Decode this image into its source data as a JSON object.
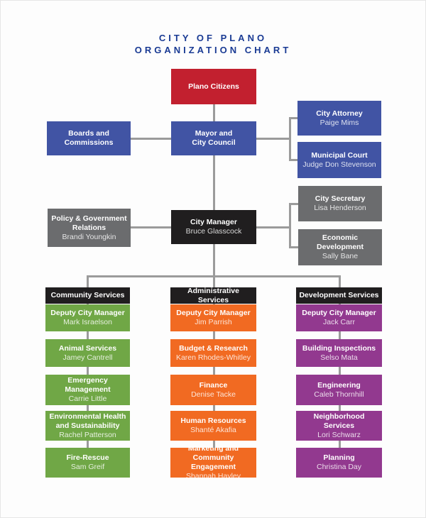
{
  "title": {
    "line1": "CITY OF PLANO",
    "line2": "ORGANIZATION CHART"
  },
  "colors": {
    "title_text": "#1a3b94",
    "red": "#c2202f",
    "blue": "#4154a4",
    "black": "#201e1f",
    "gray": "#6b6c6e",
    "green": "#70a746",
    "orange": "#f16a22",
    "purple": "#92398f",
    "connector": "#9b9b9b",
    "background": "#fdfdfd"
  },
  "boxes": {
    "citizens": {
      "lines": [
        "Plano Citizens"
      ]
    },
    "boards": {
      "lines": [
        "Boards and",
        "Commissions"
      ]
    },
    "mayor": {
      "lines": [
        "Mayor and",
        "City Council"
      ]
    },
    "attorney": {
      "lines": [
        "City Attorney"
      ],
      "name": "Paige Mims"
    },
    "municipal": {
      "lines": [
        "Municipal Court"
      ],
      "name": "Judge Don Stevenson"
    },
    "policy": {
      "lines": [
        "Policy & Government",
        "Relations"
      ],
      "name": "Brandi Youngkin"
    },
    "manager": {
      "lines": [
        "City Manager"
      ],
      "name": "Bruce Glasscock"
    },
    "secretary": {
      "lines": [
        "City Secretary"
      ],
      "name": "Lisa Henderson"
    },
    "economic": {
      "lines": [
        "Economic",
        "Development"
      ],
      "name": "Sally Bane"
    }
  },
  "columns": [
    {
      "header": "Community Services",
      "accent": "#70a746",
      "items": [
        {
          "lines": [
            "Deputy City Manager"
          ],
          "name": "Mark Israelson"
        },
        {
          "lines": [
            "Animal Services"
          ],
          "name": "Jamey Cantrell"
        },
        {
          "lines": [
            "Emergency",
            "Management"
          ],
          "name": "Carrie Little"
        },
        {
          "lines": [
            "Environmental Health",
            "and Sustainability"
          ],
          "name": "Rachel Patterson"
        },
        {
          "lines": [
            "Fire-Rescue"
          ],
          "name": "Sam Greif"
        }
      ]
    },
    {
      "header": "Administrative Services",
      "accent": "#f16a22",
      "items": [
        {
          "lines": [
            "Deputy City Manager"
          ],
          "name": "Jim Parrish"
        },
        {
          "lines": [
            "Budget & Research"
          ],
          "name": "Karen Rhodes-Whitley"
        },
        {
          "lines": [
            "Finance"
          ],
          "name": "Denise Tacke"
        },
        {
          "lines": [
            "Human Resources"
          ],
          "name": "Shanté Akafia"
        },
        {
          "lines": [
            "Marketing and",
            "Community Engagement"
          ],
          "name": "Shannah Hayley"
        }
      ]
    },
    {
      "header": "Development Services",
      "accent": "#92398f",
      "items": [
        {
          "lines": [
            "Deputy City Manager"
          ],
          "name": "Jack Carr"
        },
        {
          "lines": [
            "Building Inspections"
          ],
          "name": "Selso Mata"
        },
        {
          "lines": [
            "Engineering"
          ],
          "name": "Caleb Thornhill"
        },
        {
          "lines": [
            "Neighborhood Services"
          ],
          "name": "Lori Schwarz"
        },
        {
          "lines": [
            "Planning"
          ],
          "name": "Christina Day"
        }
      ]
    }
  ]
}
